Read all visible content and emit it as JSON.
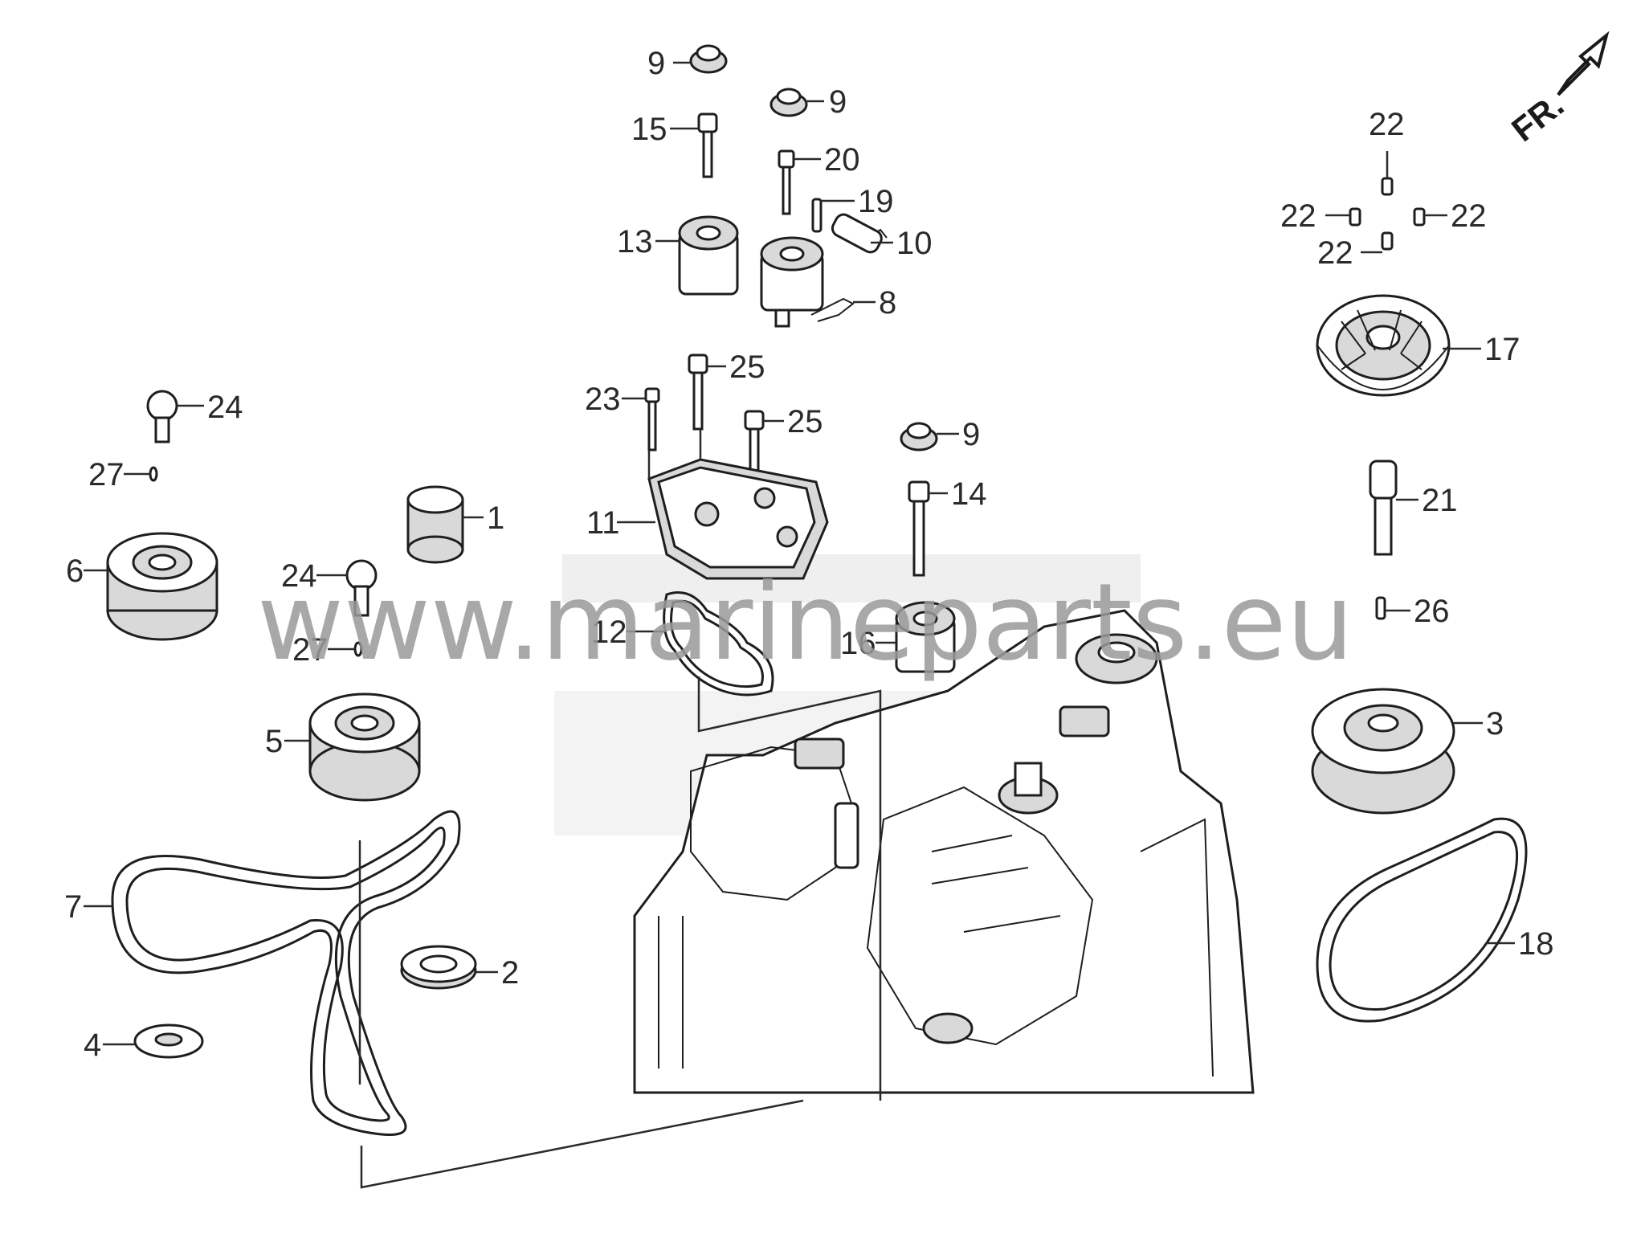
{
  "diagram": {
    "watermark": "www.marineparts.eu",
    "orientation_label": "FR.",
    "callouts": [
      {
        "id": "c9a",
        "text": "9"
      },
      {
        "id": "c9b",
        "text": "9"
      },
      {
        "id": "c15",
        "text": "15"
      },
      {
        "id": "c20",
        "text": "20"
      },
      {
        "id": "c19",
        "text": "19"
      },
      {
        "id": "c13",
        "text": "13"
      },
      {
        "id": "c10",
        "text": "10"
      },
      {
        "id": "c8",
        "text": "8"
      },
      {
        "id": "c22a",
        "text": "22"
      },
      {
        "id": "c22b",
        "text": "22"
      },
      {
        "id": "c22c",
        "text": "22"
      },
      {
        "id": "c22d",
        "text": "22"
      },
      {
        "id": "c17",
        "text": "17"
      },
      {
        "id": "c25a",
        "text": "25"
      },
      {
        "id": "c23",
        "text": "23"
      },
      {
        "id": "c25b",
        "text": "25"
      },
      {
        "id": "c24a",
        "text": "24"
      },
      {
        "id": "c9c",
        "text": "9"
      },
      {
        "id": "c27a",
        "text": "27"
      },
      {
        "id": "c1",
        "text": "1"
      },
      {
        "id": "c11",
        "text": "11"
      },
      {
        "id": "c14",
        "text": "14"
      },
      {
        "id": "c21",
        "text": "21"
      },
      {
        "id": "c6",
        "text": "6"
      },
      {
        "id": "c24b",
        "text": "24"
      },
      {
        "id": "c26",
        "text": "26"
      },
      {
        "id": "c27b",
        "text": "27"
      },
      {
        "id": "c12",
        "text": "12"
      },
      {
        "id": "c16",
        "text": "16"
      },
      {
        "id": "c3",
        "text": "3"
      },
      {
        "id": "c5",
        "text": "5"
      },
      {
        "id": "c7",
        "text": "7"
      },
      {
        "id": "c18",
        "text": "18"
      },
      {
        "id": "c2",
        "text": "2"
      },
      {
        "id": "c4",
        "text": "4"
      }
    ]
  }
}
